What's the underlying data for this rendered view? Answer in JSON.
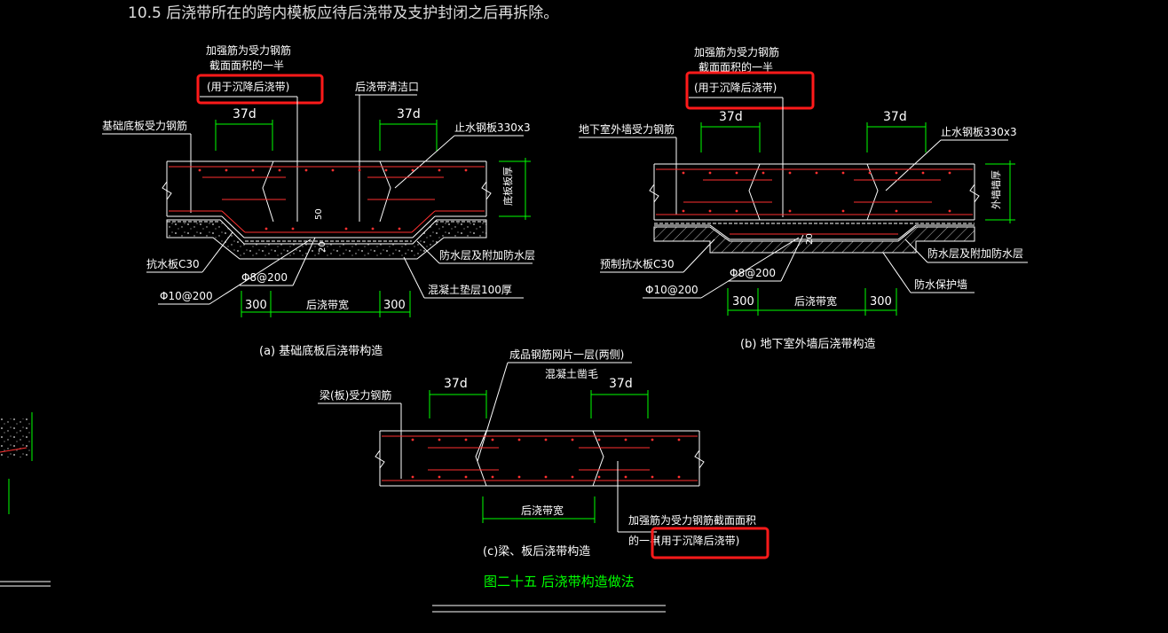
{
  "heading": "10.5  后浇带所在的跨内模板应待后浇带及支护封闭之后再拆除。",
  "colors": {
    "background": "#000000",
    "line": "#ffffff",
    "rebar": "#ff3030",
    "dim": "#00ff00",
    "highlight": "#ff1a1a",
    "caption": "#00ff00"
  },
  "diagram_a": {
    "note_line1": "加强筋为受力钢筋",
    "note_line2": "截面面积的一半",
    "note_line3": "(用于沉降后浇带)",
    "opening_label": "后浇带清洁口",
    "lap_left": "37d",
    "lap_right": "37d",
    "slab_rebar": "基础底板受力钢筋",
    "waterstop": "止水钢板330x3",
    "thickness": "底板板厚",
    "dim_50": "50",
    "dim_20": "20",
    "anti_water": "抗水板C30",
    "waterproof": "防水层及附加防水层",
    "rebar_phi8": "Φ8@200",
    "rebar_phi10": "Φ10@200",
    "cushion": "混凝土垫层100厚",
    "span_left": "300",
    "span_mid": "后浇带宽",
    "span_right": "300",
    "caption": "(a)  基础底板后浇带构造"
  },
  "diagram_b": {
    "note_line1": "加强筋为受力钢筋",
    "note_line2": "截面面积的一半",
    "note_line3": "(用于沉降后浇带)",
    "lap_left": "37d",
    "lap_right": "37d",
    "wall_rebar": "地下室外墙受力钢筋",
    "waterstop": "止水钢板330x3",
    "thickness": "外墙墙厚",
    "dim_20": "20",
    "anti_water": "预制抗水板C30",
    "waterproof": "防水层及附加防水层",
    "rebar_phi8": "Φ8@200",
    "rebar_phi10": "Φ10@200",
    "protect_wall": "防水保护墙",
    "span_left": "300",
    "span_mid": "后浇带宽",
    "span_right": "300",
    "caption": "(b)  地下室外墙后浇带构造"
  },
  "diagram_c": {
    "mesh_line1": "成品钢筋网片一层(两侧)",
    "mesh_line2": "混凝土凿毛",
    "lap_left": "37d",
    "lap_right": "37d",
    "beam_rebar": "梁(板)受力钢筋",
    "span_mid": "后浇带宽",
    "note_line1": "加强筋为受力钢筋截面面积",
    "note_line2_prefix": "的一半",
    "note_line2_hl": "(用于沉降后浇带)",
    "caption": "(c)梁、板后浇带构造"
  },
  "figure_title": "图二十五  后浇带构造做法"
}
